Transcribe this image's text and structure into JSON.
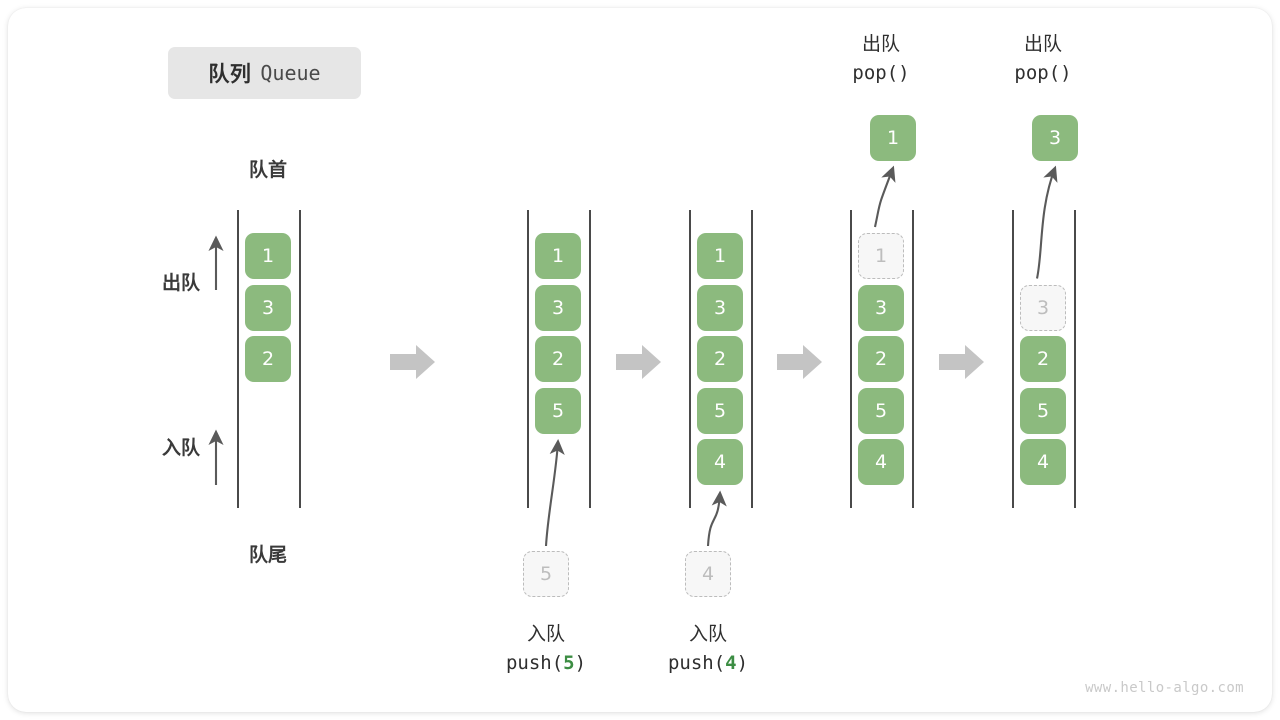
{
  "title": {
    "cn": "队列",
    "en": "Queue"
  },
  "labels": {
    "head": "队首",
    "tail": "队尾",
    "dequeue": "出队",
    "enqueue": "入队"
  },
  "watermark": "www.hello-algo.com",
  "colors": {
    "cell_fill": "#8cba7e",
    "cell_text": "#ffffff",
    "ghost_border": "#bcbcbc",
    "ghost_fill": "#f7f7f7",
    "ghost_text": "#bdbdbd",
    "rail": "#4a4a4a",
    "flow_arrow": "#c4c4c4",
    "text": "#3a3a3a",
    "accent_number": "#3c8d43",
    "chip_bg": "#e6e6e6",
    "card_bg": "#ffffff"
  },
  "columns": [
    {
      "id": "initial",
      "top_label_cn": "",
      "top_label_code": "",
      "items": [
        "1",
        "3",
        "2"
      ],
      "ghost_index": -1,
      "start_slot": 0,
      "popped_value": "",
      "incoming_value": "",
      "bottom_label_cn": "",
      "bottom_label_code": "",
      "show_head_tail": true,
      "show_side_arrows": true
    },
    {
      "id": "push-5",
      "top_label_cn": "",
      "top_label_code": "",
      "items": [
        "1",
        "3",
        "2",
        "5"
      ],
      "ghost_index": -1,
      "start_slot": 0,
      "popped_value": "",
      "incoming_value": "5",
      "bottom_label_cn": "入队",
      "bottom_label_code": "push(5)",
      "bottom_label_num": "5",
      "show_head_tail": false,
      "show_side_arrows": false
    },
    {
      "id": "push-4",
      "top_label_cn": "",
      "top_label_code": "",
      "items": [
        "1",
        "3",
        "2",
        "5",
        "4"
      ],
      "ghost_index": -1,
      "start_slot": 0,
      "popped_value": "",
      "incoming_value": "4",
      "bottom_label_cn": "入队",
      "bottom_label_code": "push(4)",
      "bottom_label_num": "4",
      "show_head_tail": false,
      "show_side_arrows": false
    },
    {
      "id": "pop-1",
      "top_label_cn": "出队",
      "top_label_code": "pop()",
      "items": [
        "1",
        "3",
        "2",
        "5",
        "4"
      ],
      "ghost_index": 0,
      "start_slot": 0,
      "popped_value": "1",
      "incoming_value": "",
      "bottom_label_cn": "",
      "bottom_label_code": "",
      "show_head_tail": false,
      "show_side_arrows": false
    },
    {
      "id": "pop-3",
      "top_label_cn": "出队",
      "top_label_code": "pop()",
      "items": [
        "3",
        "2",
        "5",
        "4"
      ],
      "ghost_index": 0,
      "start_slot": 1,
      "popped_value": "3",
      "incoming_value": "",
      "bottom_label_cn": "",
      "bottom_label_code": "",
      "show_head_tail": false,
      "show_side_arrows": false
    }
  ],
  "flow_arrows": [
    {
      "name": "flow-arrow-1"
    },
    {
      "name": "flow-arrow-2"
    },
    {
      "name": "flow-arrow-3"
    },
    {
      "name": "flow-arrow-4"
    }
  ]
}
